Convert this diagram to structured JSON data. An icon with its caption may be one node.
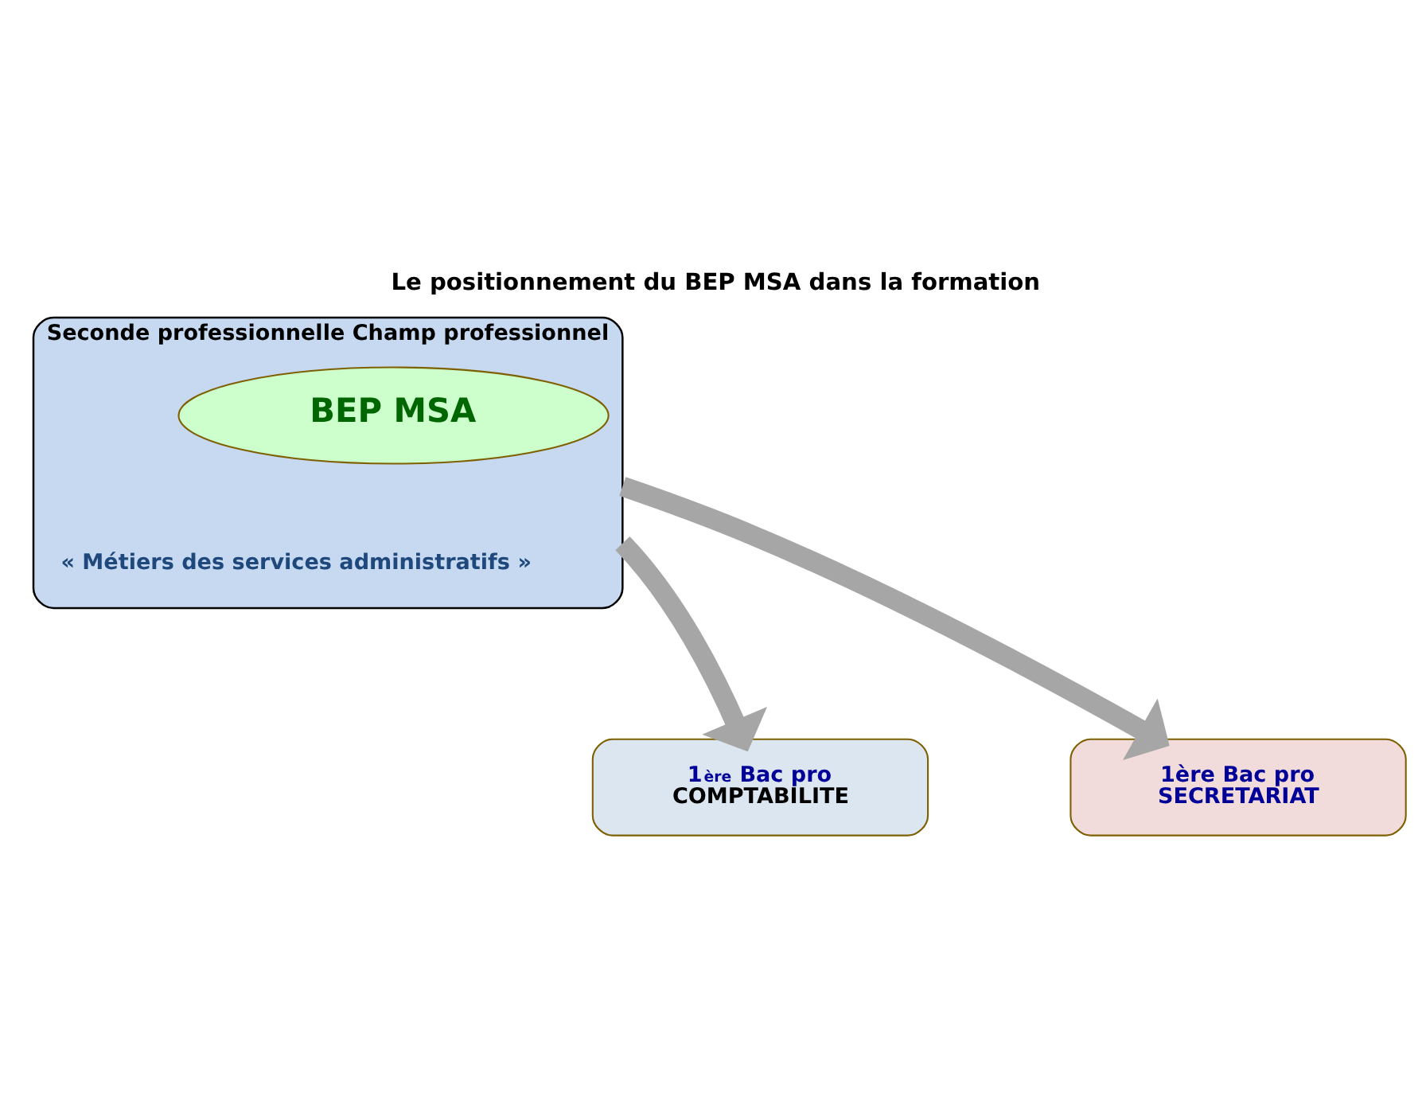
{
  "diagram": {
    "title": "Le positionnement du BEP MSA dans la formation",
    "nodes": [
      {
        "text": [
          "Seconde professionnelle Champ professionnel",
          "« Métiers des services administratifs »"
        ]
      },
      {
        "text": [
          "BEP MSA"
        ],
        "in": 0
      },
      {
        "text": [
          "1$^{ère}$ Bac pro",
          "COMPTABILITE"
        ]
      },
      {
        "text": [
          "1ère Bac pro",
          "SECRETARIAT"
        ]
      }
    ],
    "edges": [
      {
        "from": 0,
        "to": 2,
        "arrow": "to"
      },
      {
        "from": 0,
        "to": 3,
        "arrow": "to"
      }
    ]
  }
}
